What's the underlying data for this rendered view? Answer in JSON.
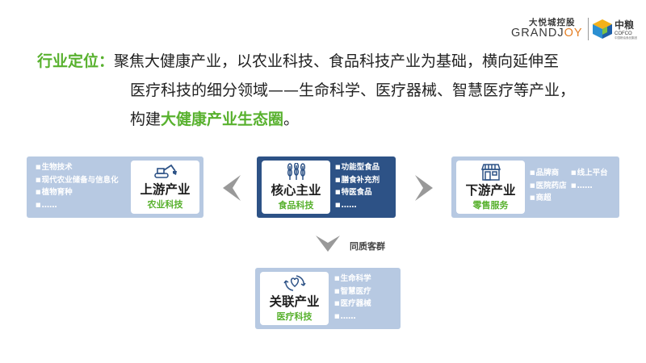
{
  "logo": {
    "group_cn": "大悦城控股",
    "brand_en_a": "GRAND",
    "brand_en_b": "J",
    "brand_en_c": "OY",
    "brand_cn": "中粮",
    "brand_en2": "COFCO",
    "brand_sub": "中国粮油食品集团"
  },
  "intro": {
    "label": "行业定位：",
    "line1": "聚焦大健康产业，以农业科技、食品科技产业为基础，横向延伸至",
    "line2": "医疗科技的细分领域——生命科学、医疗器械、智慧医疗等产业，",
    "line3_prefix": "构建",
    "line3_highlight": "大健康产业生态圈",
    "line3_suffix": "。"
  },
  "upstream": {
    "title": "上游产业",
    "subtitle": "农业科技",
    "icon": "excavator-icon",
    "items": [
      "生物技术",
      "现代农业储备与信息化",
      "植物育种",
      "……"
    ]
  },
  "core": {
    "title": "核心主业",
    "subtitle": "食品科技",
    "icon": "wheat-icon",
    "items": [
      "功能型食品",
      "膳食补充剂",
      "特医食品",
      "……"
    ]
  },
  "downstream": {
    "title": "下游产业",
    "subtitle": "零售服务",
    "icon": "storefront-icon",
    "items_left": [
      "品牌商",
      "医院药店",
      "商超"
    ],
    "items_right": [
      "线上平台",
      "……"
    ]
  },
  "related": {
    "title": "关联产业",
    "subtitle": "医疗科技",
    "icon": "heart-hands-icon",
    "items": [
      "生命科学",
      "智慧医疗",
      "医疗器械",
      "……"
    ]
  },
  "arrow_label": "同质客群",
  "colors": {
    "green": "#58b12e",
    "light_box": "#b7c9e2",
    "dark_box": "#2d5286",
    "arrow": "#999999",
    "logo_orange": "#e57e23"
  }
}
